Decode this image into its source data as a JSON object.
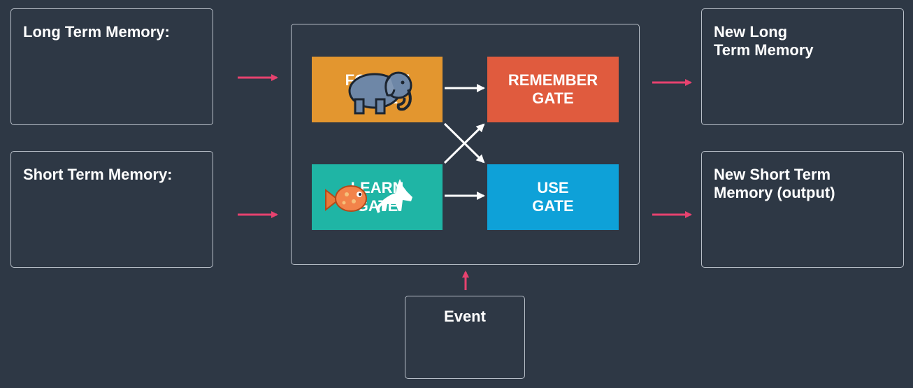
{
  "inputs": {
    "long_term": "Long Term Memory:",
    "short_term": "Short Term Memory:"
  },
  "outputs": {
    "new_long_term": "New Long\nTerm Memory",
    "new_short_term": "New Short Term\nMemory (output)"
  },
  "event": "Event",
  "gates": {
    "forget": {
      "label": "FORGET\nGATE",
      "color": "#e3962f",
      "animal": "elephant-icon"
    },
    "learn": {
      "label": "LEARN\nGATE",
      "color": "#1fb5a5",
      "animal": "fish-and-wolf-icon"
    },
    "remember": {
      "label": "REMEMBER\nGATE",
      "color": "#e05b3e"
    },
    "use": {
      "label": "USE\nGATE",
      "color": "#0ea1d8"
    }
  },
  "colors": {
    "background": "#2e3845",
    "input_arrow": "#e7426f",
    "gate_arrow": "#ffffff",
    "box_border": "#b9c0c9"
  }
}
